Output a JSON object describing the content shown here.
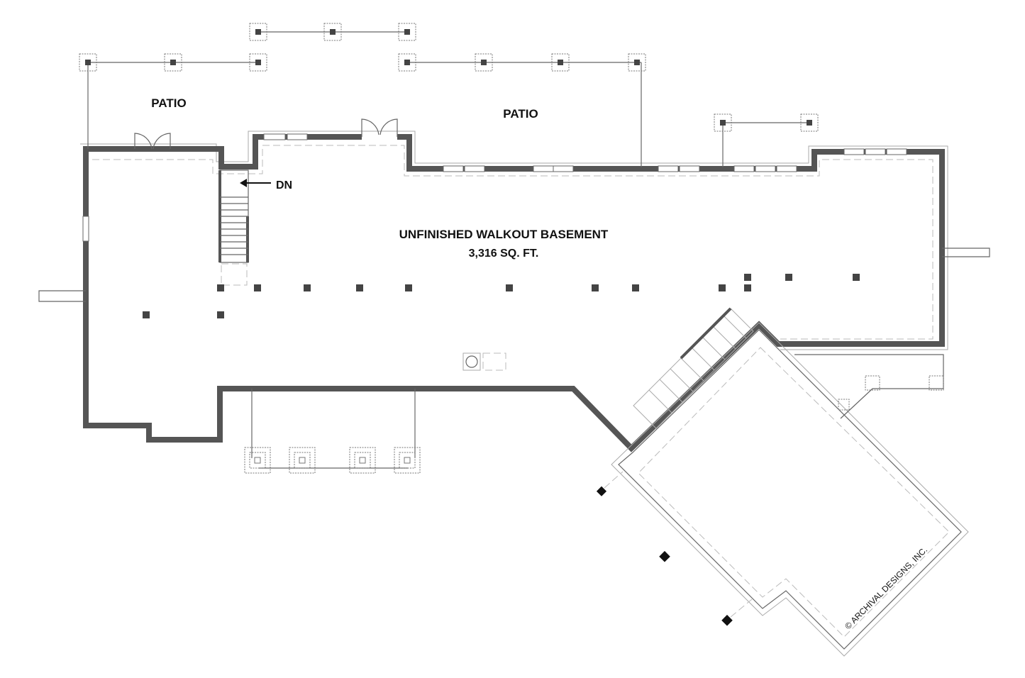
{
  "plan": {
    "patio_left": "PATIO",
    "patio_center": "PATIO",
    "room_name": "UNFINISHED WALKOUT BASEMENT",
    "room_area": "3,316 SQ. FT.",
    "stair_label": "DN",
    "copyright": "© ARCHIVAL DESIGNS, INC."
  },
  "colors": {
    "wall": "#555555",
    "post": "#444444"
  }
}
